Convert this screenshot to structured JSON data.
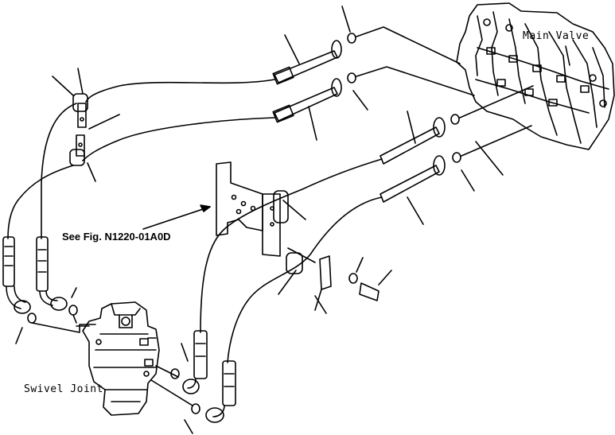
{
  "labels": {
    "main_valve": "Main Valve",
    "see_fig": "See Fig. N1220-01A0D",
    "swivel_joint": "Swivel Joint"
  },
  "colors": {
    "line": "#000000",
    "background": "#ffffff"
  }
}
